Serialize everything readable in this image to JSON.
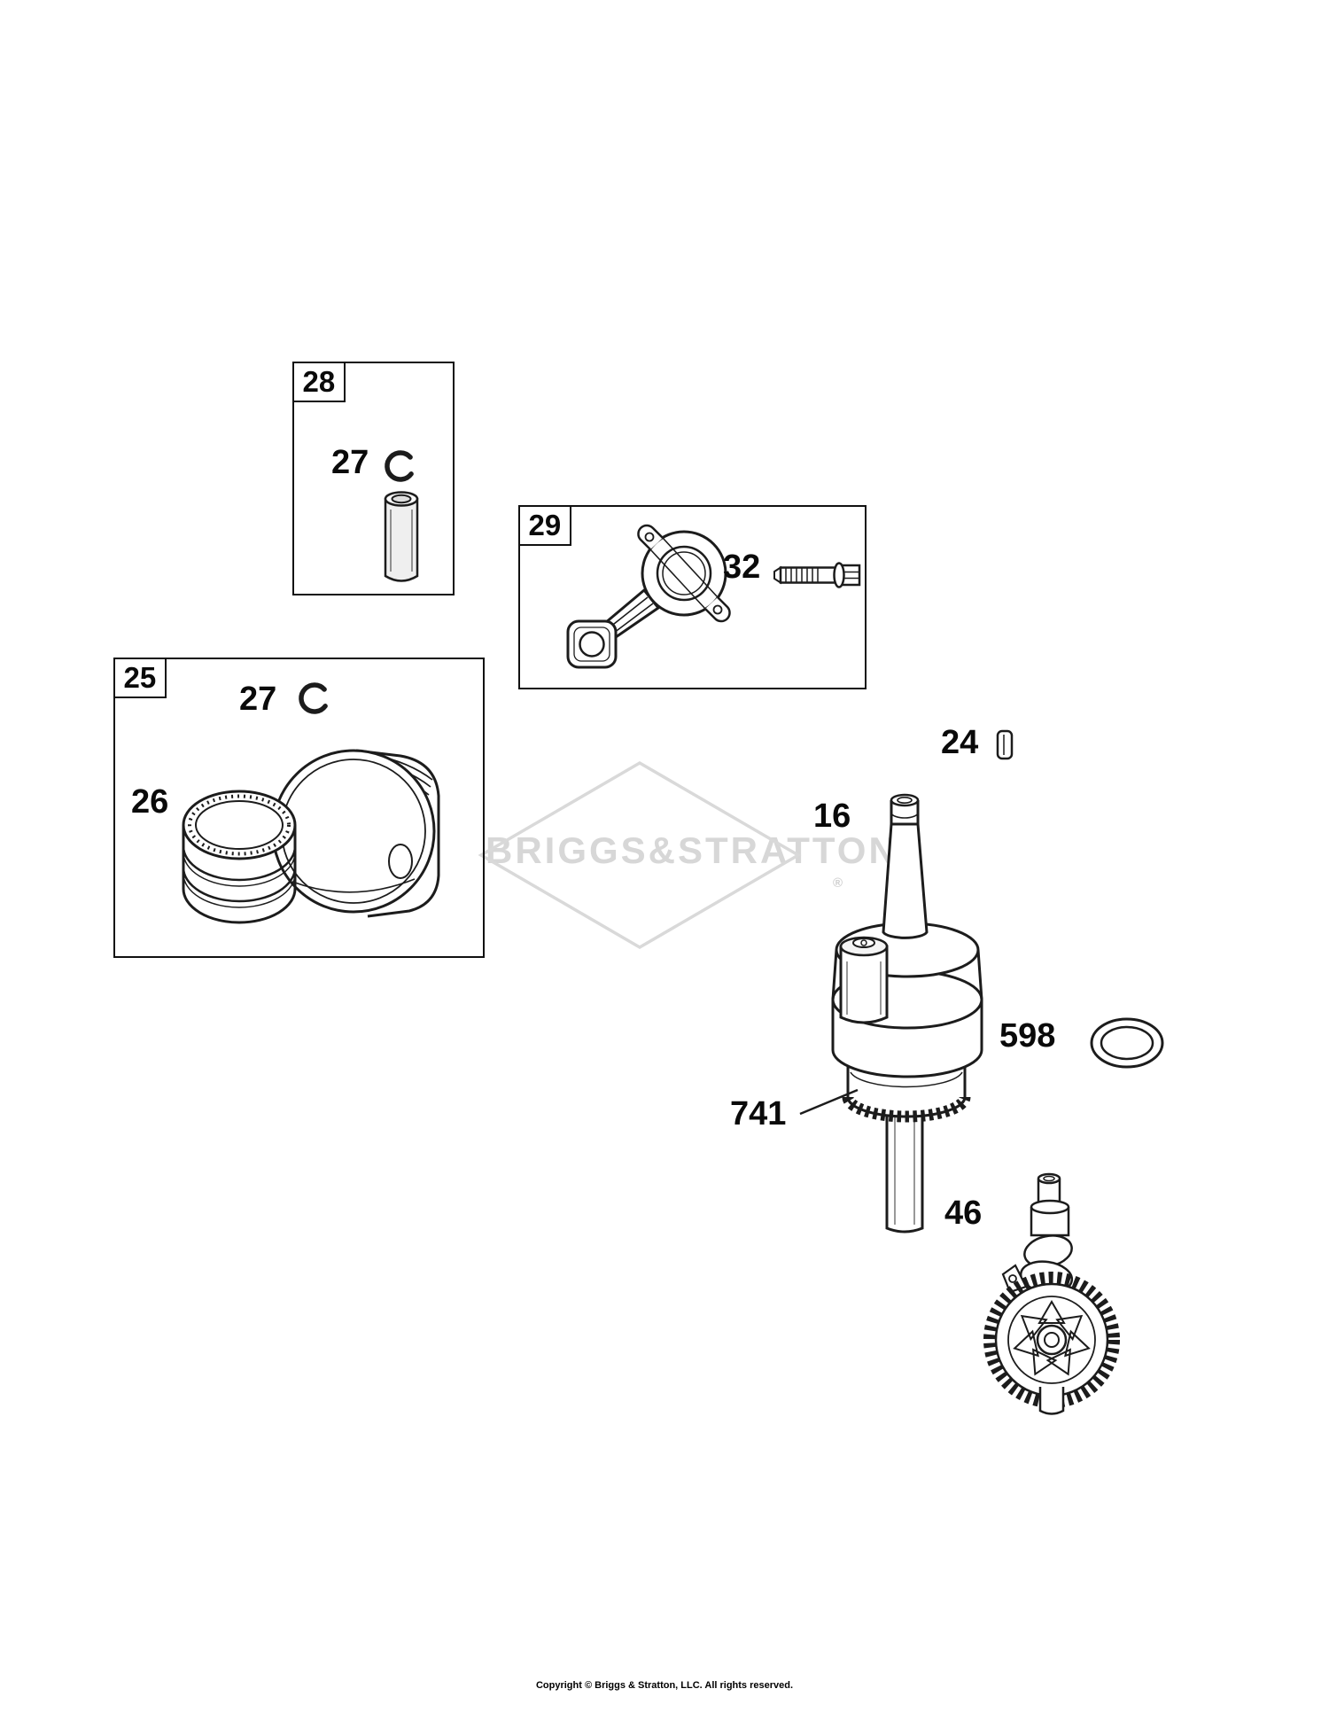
{
  "page": {
    "watermark": "BRIGGS&STRATTON",
    "watermark_reg": "®",
    "copyright": "Copyright © Briggs & Stratton, LLC. All rights reserved."
  },
  "groups": {
    "g28": {
      "label": "28"
    },
    "g29": {
      "label": "29"
    },
    "g25": {
      "label": "25"
    }
  },
  "callouts": {
    "pin_ring": {
      "label": "27"
    },
    "piston_clip": {
      "label": "27"
    },
    "ring_set": {
      "label": "26"
    },
    "rod_bolt": {
      "label": "32"
    },
    "key": {
      "label": "24"
    },
    "crankshaft": {
      "label": "16"
    },
    "oring": {
      "label": "598"
    },
    "crank_gear": {
      "label": "741"
    },
    "camshaft": {
      "label": "46"
    }
  }
}
